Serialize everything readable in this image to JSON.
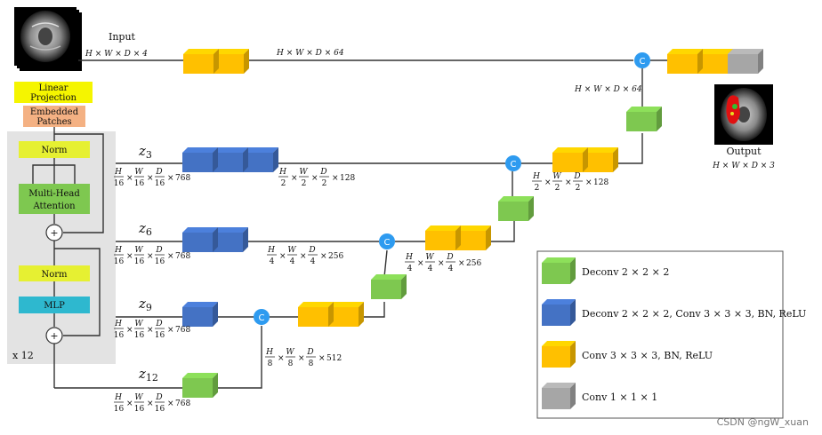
{
  "input": {
    "label": "Input",
    "dims": "H × W × D × 4"
  },
  "encoder": {
    "linear_projection": [
      "Linear",
      "Projection"
    ],
    "embedded_patches": [
      "Embedded",
      "Patches"
    ],
    "norm_1": "Norm",
    "mha": [
      "Multi-Head",
      "Attention"
    ],
    "norm_2": "Norm",
    "mlp": "MLP",
    "plus_symbol": "+",
    "repeat": "x 12"
  },
  "skips": [
    {
      "z": "z",
      "sub": "3",
      "dims": [
        "H",
        "W",
        "D"
      ],
      "den": "16",
      "tail": "768"
    },
    {
      "z": "z",
      "sub": "6",
      "dims": [
        "H",
        "W",
        "D"
      ],
      "den": "16",
      "tail": "768"
    },
    {
      "z": "z",
      "sub": "9",
      "dims": [
        "H",
        "W",
        "D"
      ],
      "den": "16",
      "tail": "768"
    },
    {
      "z": "z",
      "sub": "12",
      "dims": [
        "H",
        "W",
        "D"
      ],
      "den": "16",
      "tail": "768"
    }
  ],
  "fractions": {
    "top_after_block": "H × W × D × 64",
    "top_right": "H × W × D × 64",
    "z3_after": {
      "den": "2",
      "tail": "128"
    },
    "z3_right": {
      "den": "2",
      "tail": "128"
    },
    "z6_after": {
      "den": "4",
      "tail": "256"
    },
    "z6_right": {
      "den": "4",
      "tail": "256"
    },
    "z9_right": {
      "den": "8",
      "tail": "512"
    }
  },
  "concat_symbol": "C",
  "output": {
    "label": "Output",
    "dims": "H × W × D × 3"
  },
  "legend": {
    "items": [
      {
        "color": "#7ec850",
        "text": "Deconv 2 × 2 × 2"
      },
      {
        "color": "#4472c4",
        "text": "Deconv 2 × 2 × 2,  Conv 3 × 3 × 3, BN, ReLU"
      },
      {
        "color": "#ffc000",
        "text": "Conv 3 × 3 × 3, BN, ReLU"
      },
      {
        "color": "#a6a6a6",
        "text": "Conv 1 × 1 × 1"
      }
    ]
  },
  "colors": {
    "green": "#7ec850",
    "blue": "#4472c4",
    "yellow": "#ffc000",
    "gray": "#a6a6a6",
    "concat": "#2e9bf0",
    "linear_proj": "#f5f500",
    "embedded": "#f4b183",
    "norm": "#e6f032",
    "mha": "#7ec850",
    "mlp": "#2eb8cf"
  },
  "watermark": "CSDN @ngW_xuan"
}
